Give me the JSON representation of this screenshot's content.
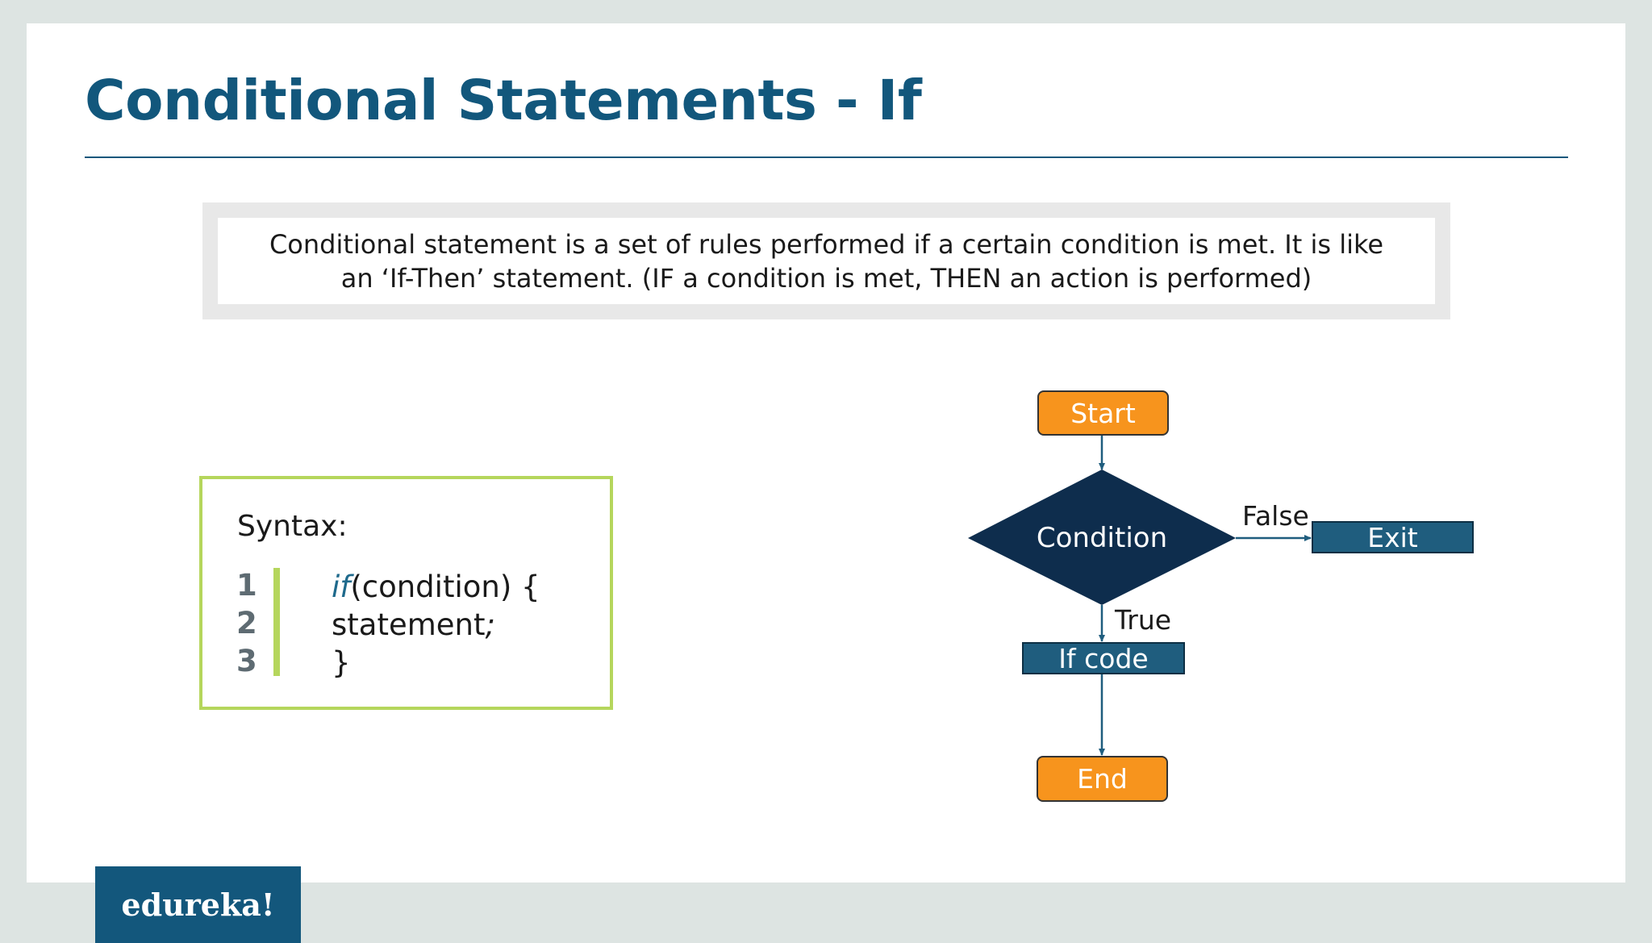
{
  "slide": {
    "title": "Conditional Statements - If",
    "definition": "Conditional statement is a set of rules performed if a certain condition is met. It is like an ‘If-Then’ statement. (IF a condition is met, THEN an action is performed)"
  },
  "syntax": {
    "label": "Syntax:",
    "line_numbers": [
      "1",
      "2",
      "3"
    ],
    "lines": [
      {
        "keyword": "if",
        "rest": "(condition) {"
      },
      {
        "text": "statement",
        "semicolon": ";"
      },
      {
        "text": "}"
      }
    ]
  },
  "flowchart": {
    "start": "Start",
    "condition": "Condition",
    "false_label": "False",
    "exit": "Exit",
    "true_label": "True",
    "if_code": "If code",
    "end": "End"
  },
  "brand": {
    "logo_text": "edureka!"
  },
  "colors": {
    "title": "#12577c",
    "terminal": "#f7941d",
    "process": "#1f5d7e",
    "decision": "#0e2d4d",
    "syntax_border": "#b5d65c"
  }
}
